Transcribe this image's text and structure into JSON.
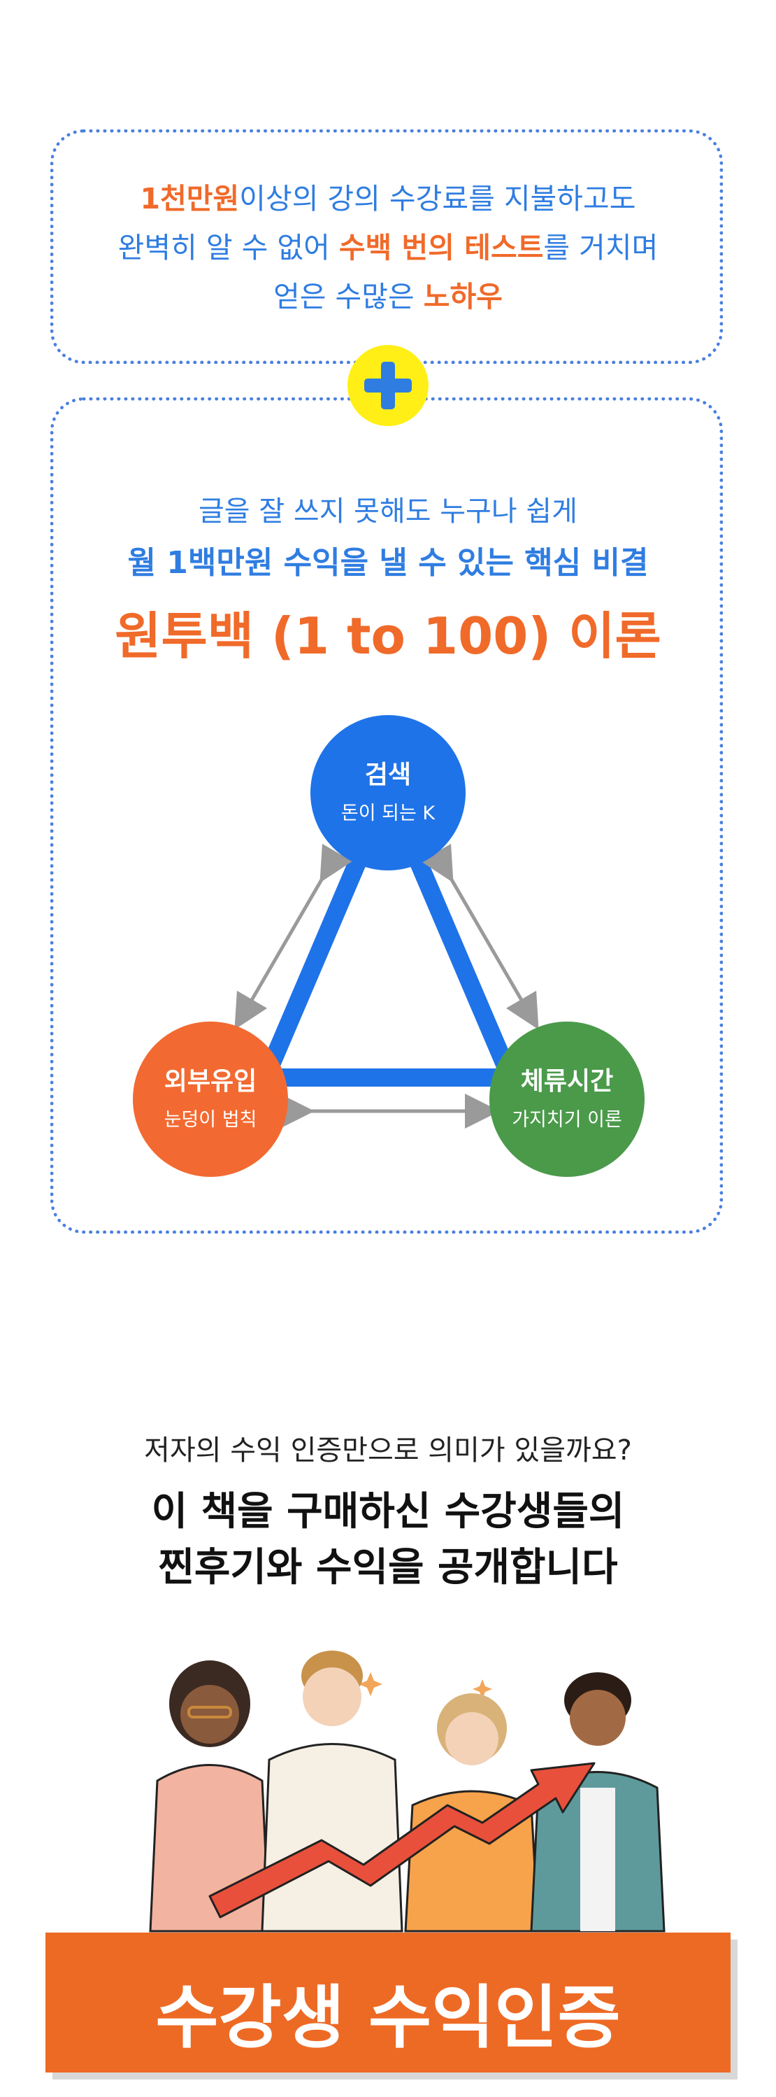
{
  "intro": {
    "line1": {
      "highlight": "1천만원",
      "rest": "이상의 강의 수강료를 지불하고도"
    },
    "line2": {
      "pre": "완벽히 알 수 없어 ",
      "highlight": "수백 번의 테스트",
      "post": "를 거치며"
    },
    "line3": {
      "pre": "얻은 수많은 ",
      "highlight": "노하우"
    }
  },
  "plus_icon": "plus-icon",
  "theory": {
    "subtitle": "글을 잘 쓰지 못해도 누구나 쉽게",
    "headline": "월 1백만원 수익을 낼 수 있는 핵심 비결",
    "title": "원투백 (1 to 100) 이론"
  },
  "nodes": {
    "search": {
      "title": "검색",
      "subtitle": "돈이 되는 K",
      "color": "#1f73e8"
    },
    "inflow": {
      "title": "외부유입",
      "subtitle": "눈덩이 법칙",
      "color": "#f26a31"
    },
    "stay": {
      "title": "체류시간",
      "subtitle": "가지치기 이론",
      "color": "#4a9a4a"
    }
  },
  "question": {
    "line1": "저자의 수익 인증만으로 의미가 있을까요?",
    "line2": "이 책을 구매하신 수강생들의",
    "line3": "찐후기와 수익을 공개합니다"
  },
  "banner": {
    "label": "수강생 수익인증"
  },
  "colors": {
    "blue": "#2f7de1",
    "orange": "#f06a2a",
    "yellow": "#ffef17"
  }
}
